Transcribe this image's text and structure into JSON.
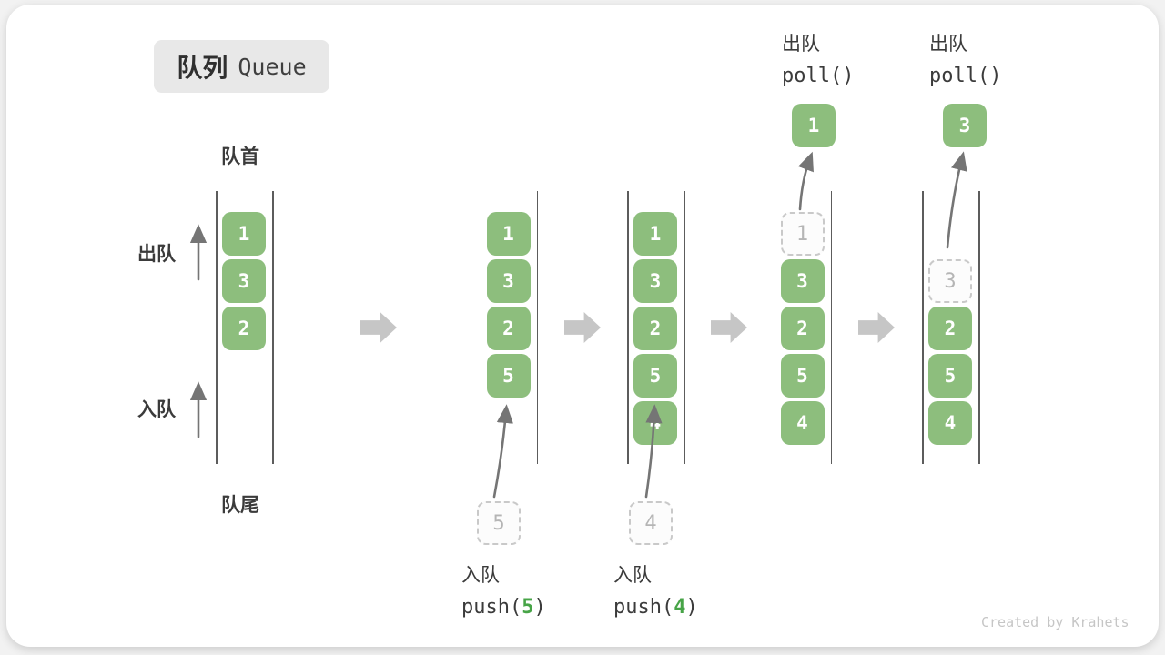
{
  "title": {
    "zh": "队列",
    "en": "Queue"
  },
  "side_labels": {
    "front": "队首",
    "rear": "队尾",
    "dequeue": "出队",
    "enqueue": "入队"
  },
  "columns": [
    {
      "slots": [
        {
          "value": "1",
          "style": "solid"
        },
        {
          "value": "3",
          "style": "solid"
        },
        {
          "value": "2",
          "style": "solid"
        }
      ]
    },
    {
      "slots": [
        {
          "value": "1",
          "style": "solid"
        },
        {
          "value": "3",
          "style": "solid"
        },
        {
          "value": "2",
          "style": "solid"
        },
        {
          "value": "5",
          "style": "solid"
        }
      ]
    },
    {
      "slots": [
        {
          "value": "1",
          "style": "solid"
        },
        {
          "value": "3",
          "style": "solid"
        },
        {
          "value": "2",
          "style": "solid"
        },
        {
          "value": "5",
          "style": "solid"
        },
        {
          "value": "4",
          "style": "solid"
        }
      ]
    },
    {
      "slots": [
        {
          "value": "1",
          "style": "dashed"
        },
        {
          "value": "3",
          "style": "solid"
        },
        {
          "value": "2",
          "style": "solid"
        },
        {
          "value": "5",
          "style": "solid"
        },
        {
          "value": "4",
          "style": "solid"
        }
      ]
    },
    {
      "slots": [
        {
          "value": "",
          "style": "empty"
        },
        {
          "value": "3",
          "style": "dashed"
        },
        {
          "value": "2",
          "style": "solid"
        },
        {
          "value": "5",
          "style": "solid"
        },
        {
          "value": "4",
          "style": "solid"
        }
      ]
    }
  ],
  "poll_annotations": [
    {
      "label": "出队",
      "code": "poll()",
      "result": "1"
    },
    {
      "label": "出队",
      "code": "poll()",
      "result": "3"
    }
  ],
  "push_annotations": [
    {
      "label": "入队",
      "code_pre": "push(",
      "arg": "5",
      "code_post": ")",
      "pending": "5"
    },
    {
      "label": "入队",
      "code_pre": "push(",
      "arg": "4",
      "code_post": ")",
      "pending": "4"
    }
  ],
  "watermark": "Created by Krahets",
  "colors": {
    "box_green": "#8dbe7d",
    "code_green": "#47a447",
    "dashed_border": "#c9c9c9",
    "dashed_text": "#b5b5b5",
    "arrow_gray": "#c6c6c6",
    "line_dark": "#5c5c5c",
    "thin_arrow": "#757575",
    "text_dark": "#3b3b3b",
    "title_bg": "#e8e8e8",
    "watermark": "#c6c6c6"
  }
}
